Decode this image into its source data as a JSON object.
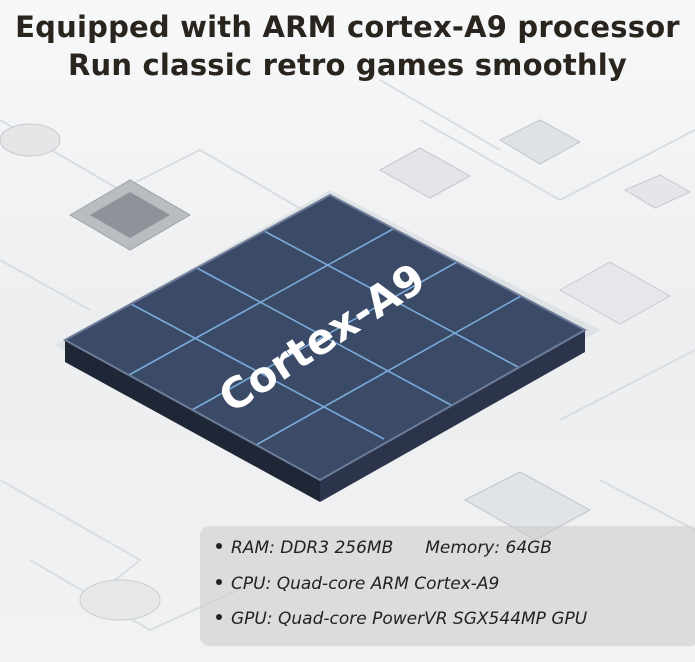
{
  "headline": {
    "line1": "Equipped with ARM cortex-A9 processor",
    "line2": "Run classic retro games smoothly"
  },
  "chip": {
    "label": "Cortex-A9"
  },
  "specs": {
    "ram": "RAM: DDR3 256MB",
    "memory": "Memory: 64GB",
    "cpu": "CPU: Quad-core ARM Cortex-A9",
    "gpu": "GPU: Quad-core PowerVR SGX544MP GPU"
  },
  "colors": {
    "chip_top": "#3a4a66",
    "chip_glow": "#8ecbff",
    "text": "#2a241e"
  }
}
